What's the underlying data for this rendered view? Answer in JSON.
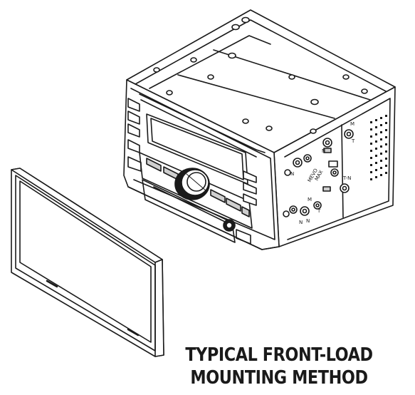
{
  "caption": {
    "line1": "TYPICAL FRONT-LOAD",
    "line2": "MOUNTING METHOD"
  },
  "unit_labels": {
    "left_mark_upper": "N",
    "left_mark_lower": "N",
    "right_upper": "M",
    "right_upper_b": "T",
    "vol_label": "MEVO",
    "vol_label2": "MAX",
    "tn_label": "T-N",
    "n_a": "N",
    "n_b": "N",
    "m_a": "M",
    "t_a": "T"
  },
  "colors": {
    "line": "#1a1a1a",
    "fill": "#ffffff",
    "shade": "#cfcfcf"
  }
}
